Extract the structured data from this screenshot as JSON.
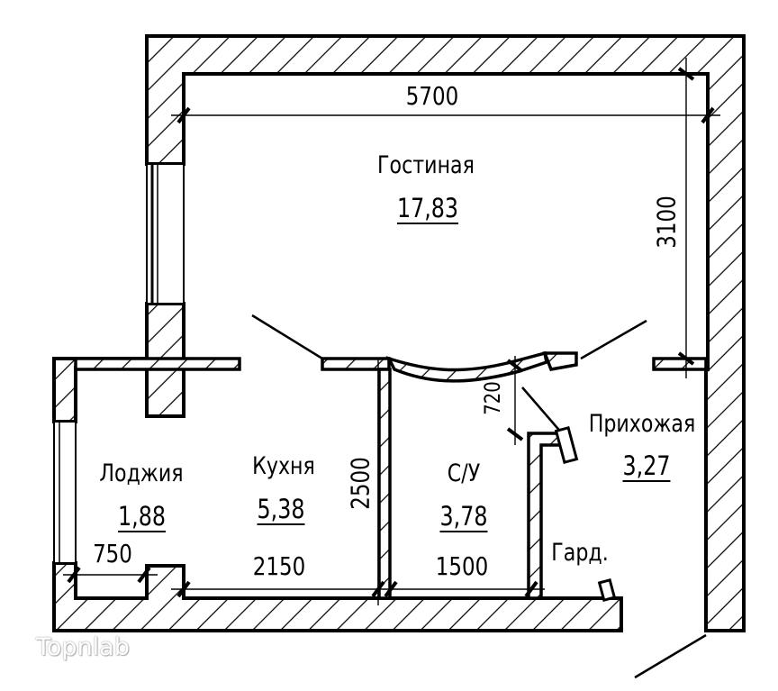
{
  "plan": {
    "type": "apartment-floor-plan",
    "rooms": [
      {
        "id": "living",
        "name": "Гостиная",
        "area": "17,83"
      },
      {
        "id": "kitchen",
        "name": "Кухня",
        "area": "5,38"
      },
      {
        "id": "loggia",
        "name": "Лоджия",
        "area": "1,88"
      },
      {
        "id": "bathroom",
        "name": "С/У",
        "area": "3,78"
      },
      {
        "id": "hallway",
        "name": "Прихожая",
        "area": "3,27"
      },
      {
        "id": "wardrobe",
        "name": "Гард.",
        "area": null
      }
    ],
    "dimensions": {
      "living_width": "5700",
      "living_depth": "3100",
      "kitchen_depth": "2500",
      "kitchen_width": "2150",
      "loggia_width": "750",
      "bathroom_width": "1500",
      "hall_door_offset": "720"
    },
    "colors": {
      "line": "#000000",
      "background": "#ffffff"
    }
  },
  "watermark": {
    "text": "Topnlab"
  }
}
